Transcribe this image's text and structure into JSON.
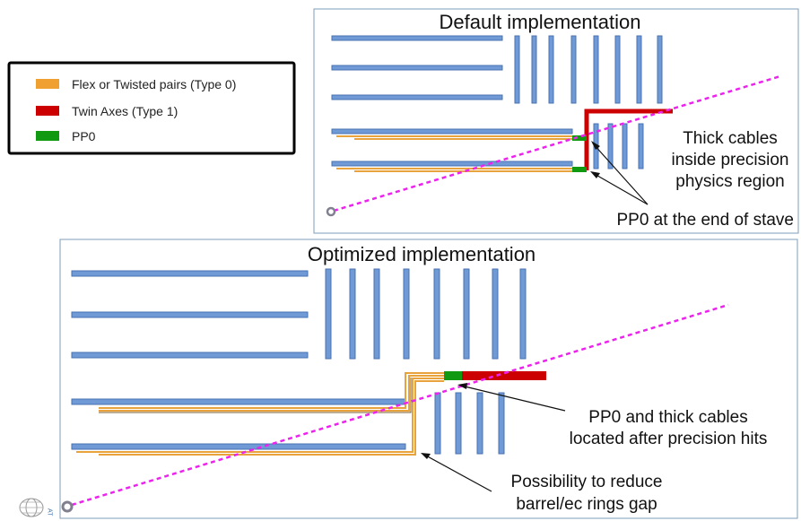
{
  "legend": {
    "items": [
      {
        "label": "Flex or Twisted pairs (Type 0)",
        "color": "#f0a030"
      },
      {
        "label": "Twin Axes  (Type 1)",
        "color": "#cc0000"
      },
      {
        "label": "PP0",
        "color": "#119911"
      }
    ]
  },
  "top_panel": {
    "title": "Default implementation",
    "annotation_lines": [
      "Thick cables",
      "inside precision",
      "physics region"
    ],
    "pp0_label": "PP0 at the end of stave"
  },
  "bottom_panel": {
    "title": "Optimized implementation",
    "pp0_label_lines": [
      "PP0 and thick cables",
      "located after precision hits"
    ],
    "gap_label_lines": [
      "Possibility to reduce",
      "barrel/ec rings gap"
    ]
  },
  "colors": {
    "stave": "#6f9ad6",
    "flex": "#e8a33c",
    "twinax": "#cc0000",
    "pp0": "#119911",
    "beam": "#ee22ee"
  },
  "logo_text": "AT"
}
